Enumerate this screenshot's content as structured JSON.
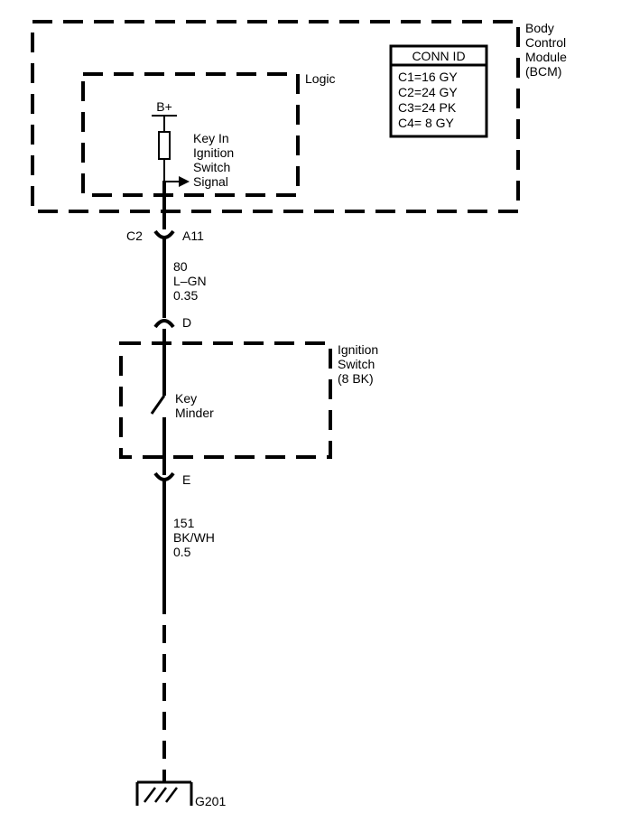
{
  "bcm": {
    "label_lines": [
      "Body",
      "Control",
      "Module",
      "(BCM)"
    ]
  },
  "logic": {
    "label": "Logic"
  },
  "conn_id": {
    "header": "CONN ID",
    "rows": [
      "C1=16 GY",
      "C2=24 GY",
      "C3=24 PK",
      "C4=  8 GY"
    ]
  },
  "supply": {
    "label": "B+"
  },
  "signal": {
    "label_lines": [
      "Key In",
      "Ignition",
      "Switch",
      "Signal"
    ]
  },
  "connector_c2": {
    "connector": "C2",
    "pin": "A11"
  },
  "wire_80": {
    "circuit": "80",
    "color": "L–GN",
    "gauge": "0.35"
  },
  "pin_d": {
    "label": "D"
  },
  "ignition_switch": {
    "label_lines": [
      "Ignition",
      "Switch",
      "(8 BK)"
    ]
  },
  "key_minder": {
    "label_lines": [
      "Key",
      "Minder"
    ]
  },
  "pin_e": {
    "label": "E"
  },
  "wire_151": {
    "circuit": "151",
    "color": "BK/WH",
    "gauge": "0.5"
  },
  "ground": {
    "label": "G201"
  }
}
